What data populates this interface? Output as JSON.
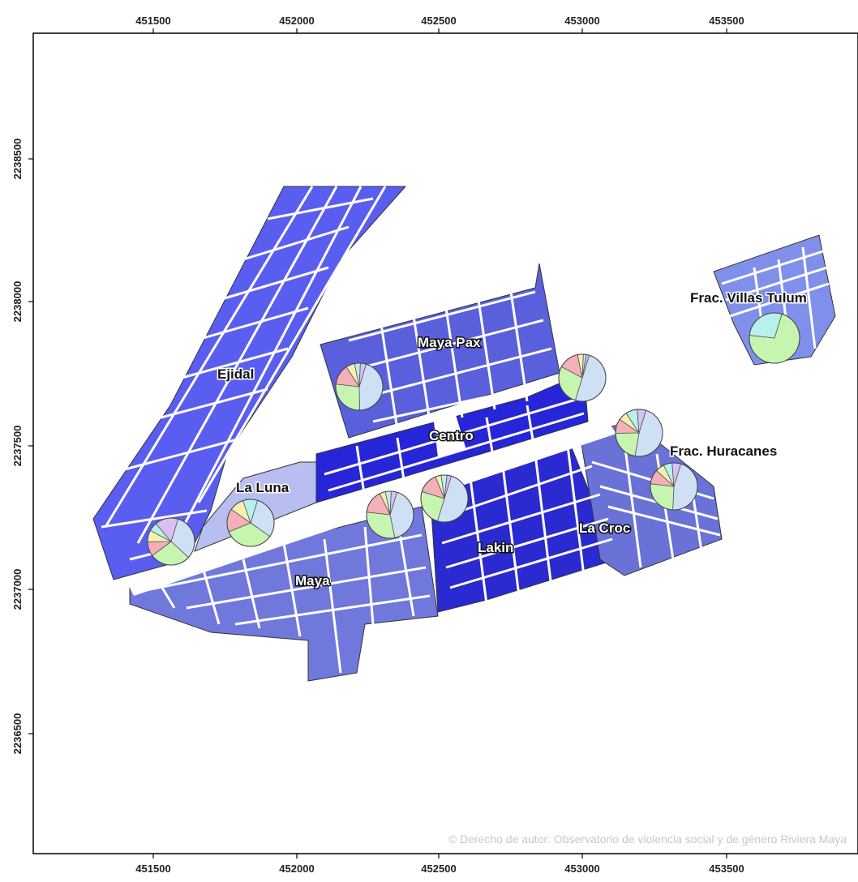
{
  "map": {
    "x_ticks": [
      "451500",
      "452000",
      "452500",
      "453000",
      "453500"
    ],
    "y_ticks": [
      "2238500",
      "2238000",
      "2237500",
      "2237000",
      "2236500"
    ],
    "neighborhoods": [
      {
        "id": "ejidal",
        "name": "Ejidal"
      },
      {
        "id": "maya-pax",
        "name": "Maya Pax"
      },
      {
        "id": "centro",
        "name": "Centro"
      },
      {
        "id": "la-luna",
        "name": "La Luna"
      },
      {
        "id": "maya",
        "name": "Maya"
      },
      {
        "id": "lakin",
        "name": "Lakin"
      },
      {
        "id": "la-croc",
        "name": "La Croc"
      },
      {
        "id": "frac-huracanes",
        "name": "Frac. Huracanes"
      },
      {
        "id": "frac-villas-tulum",
        "name": "Frac. Villas Tulum"
      }
    ],
    "copyright": "© Derecho de autor: Observatorio de violencia social y de género Riviera Maya",
    "colors": {
      "ejidal": "#5a5ef0",
      "centro": "#2626d8",
      "maya_pax": "#5a60dc",
      "lakin": "#2a2ad0",
      "maya": "#7078dc",
      "la_croc": "#6a72d8",
      "la_luna": "#b8bef0",
      "villas": "#8090ea",
      "pie_blue": "#cfe0f5",
      "pie_green": "#c6f5b0",
      "pie_pink": "#f4b0b8",
      "pie_yellow": "#f7efb0",
      "pie_cyan": "#b8f0ec",
      "pie_purple": "#d8c0f0"
    }
  }
}
